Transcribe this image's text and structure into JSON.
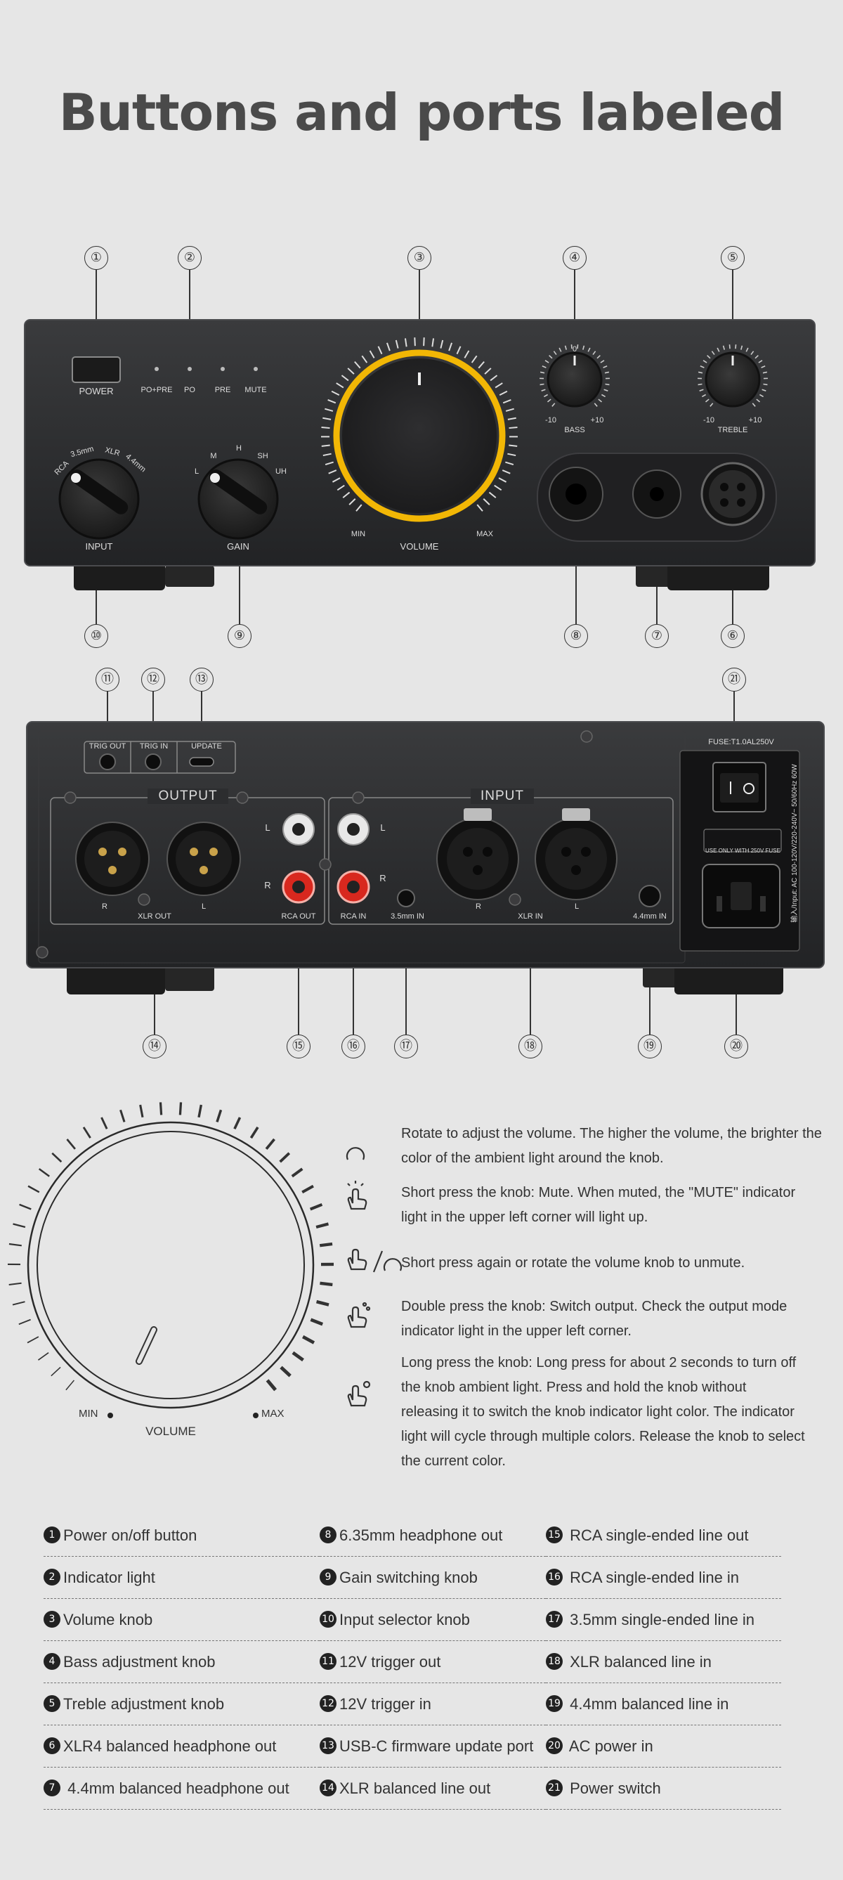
{
  "title": "Buttons and ports labeled",
  "front_panel": {
    "power": "POWER",
    "indicators": [
      "PO+PRE",
      "PO",
      "PRE",
      "MUTE"
    ],
    "volume": "VOLUME",
    "min": "MIN",
    "max": "MAX",
    "bass": "BASS",
    "treble": "TREBLE",
    "tone_min": "-10",
    "tone_max": "+10",
    "tone_zero": "0",
    "input": "INPUT",
    "input_options": [
      "RCA",
      "3.5mm",
      "XLR",
      "4.4mm"
    ],
    "gain": "GAIN",
    "gain_options": [
      "L",
      "M",
      "H",
      "SH",
      "UH"
    ]
  },
  "rear_panel": {
    "trig_out": "TRIG OUT",
    "trig_in": "TRIG IN",
    "update": "UPDATE",
    "output": "OUTPUT",
    "input": "INPUT",
    "xlr_out": "XLR OUT",
    "rca_out": "RCA OUT",
    "rca_in": "RCA IN",
    "in_35": "3.5mm IN",
    "xlr_in": "XLR IN",
    "in_44": "4.4mm IN",
    "r": "R",
    "l": "L",
    "fuse": "FUSE:T1.0AL250V",
    "fuse_note": "USE ONLY WITH 250V FUSE",
    "ac_input": "输入/Input: AC 100-120V/220-240V~ 50/60Hz 60W"
  },
  "callouts_front_top": [
    "①",
    "②",
    "③",
    "④",
    "⑤"
  ],
  "callouts_front_bottom": [
    "⑩",
    "⑨",
    "⑧",
    "⑦",
    "⑥"
  ],
  "callouts_rear_top": [
    "⑪",
    "⑫",
    "⑬",
    "㉑"
  ],
  "callouts_rear_bottom": [
    "⑭",
    "⑮",
    "⑯",
    "⑰",
    "⑱",
    "⑲",
    "⑳"
  ],
  "knob_diagram": {
    "min": "MIN",
    "max": "MAX",
    "label": "VOLUME"
  },
  "instructions": [
    "Rotate to adjust the volume. The higher the volume, the brighter the color of the ambient light around the knob.",
    "Short press the knob: Mute. When muted, the \"MUTE\" indicator light in the upper left corner will light up.",
    "Short press again or rotate the volume knob to unmute.",
    "Double press the knob: Switch output. Check the output mode indicator light in the upper left corner.",
    "Long press the knob: Long press for about 2 seconds to turn off the knob ambient light. Press and hold the knob without releasing it to switch the knob indicator light color. The indicator light will cycle through multiple colors. Release the knob to select the current color."
  ],
  "legend": [
    {
      "num": "1",
      "text": "Power on/off button"
    },
    {
      "num": "2",
      "text": "Indicator light"
    },
    {
      "num": "3",
      "text": "Volume knob"
    },
    {
      "num": "4",
      "text": "Bass adjustment knob"
    },
    {
      "num": "5",
      "text": "Treble adjustment knob"
    },
    {
      "num": "6",
      "text": "XLR4 balanced headphone out"
    },
    {
      "num": "7",
      "text": " 4.4mm balanced headphone out"
    },
    {
      "num": "8",
      "text": "6.35mm headphone out"
    },
    {
      "num": "9",
      "text": "Gain switching knob"
    },
    {
      "num": "10",
      "text": "Input selector knob"
    },
    {
      "num": "11",
      "text": "12V trigger out"
    },
    {
      "num": "12",
      "text": "12V trigger in"
    },
    {
      "num": "13",
      "text": "USB-C firmware update port"
    },
    {
      "num": "14",
      "text": "XLR balanced line out"
    },
    {
      "num": "15",
      "text": " RCA single-ended line out"
    },
    {
      "num": "16",
      "text": " RCA single-ended line in"
    },
    {
      "num": "17",
      "text": " 3.5mm single-ended line in"
    },
    {
      "num": "18",
      "text": " XLR balanced line in"
    },
    {
      "num": "19",
      "text": " 4.4mm balanced line in"
    },
    {
      "num": "20",
      "text": " AC power in"
    },
    {
      "num": "21",
      "text": " Power switch"
    }
  ],
  "colors": {
    "background": "#e6e6e6",
    "panel": "#2b2c2e",
    "accent_ring": "#f2b705",
    "rca_white": "#f0f0f0",
    "rca_red": "#d8281e"
  }
}
